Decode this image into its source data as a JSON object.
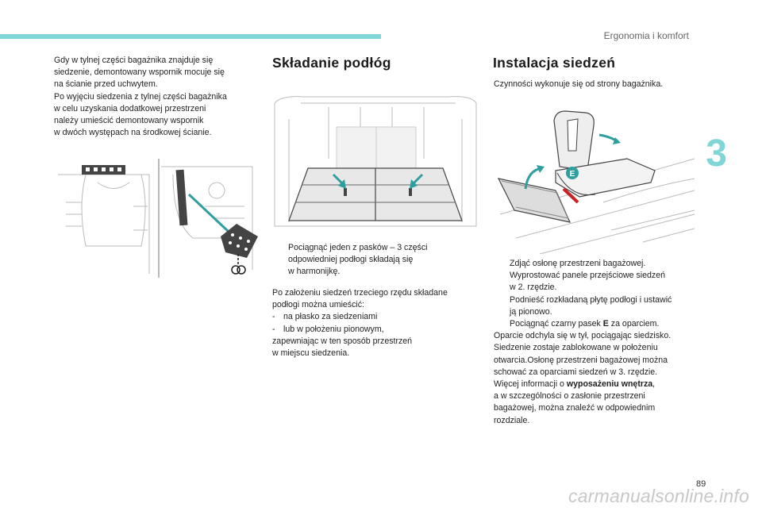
{
  "header": {
    "section_name": "Ergonomia i komfort",
    "chapter_number": "3"
  },
  "col1": {
    "lines": [
      "Gdy w tylnej części bagażnika znajduje się",
      "siedzenie, demontowany wspornik mocuje się",
      "na ścianie przed uchwytem.",
      "Po wyjęciu siedzenia z tylnej części bagażnika",
      "w celu uzyskania dodatkowej przestrzeni",
      "należy umieścić demontowany wspornik",
      "w dwóch występach na środkowej ścianie."
    ]
  },
  "folding": {
    "heading": "Składanie podłóg",
    "bullet_symbol": "",
    "bullet_lines": [
      "Pociągnąć jeden z pasków – 3 części",
      "odpowiedniej podłogi składają się",
      "w harmonijkę."
    ],
    "para_intro": [
      "Po założeniu siedzeń trzeciego rzędu składane",
      "podłogi można umieścić:"
    ],
    "dash_items": [
      "na płasko za siedzeniami",
      "lub w położeniu pionowym,"
    ],
    "para_outro": [
      "zapewniając w ten sposób przestrzeń",
      "w miejscu siedzenia."
    ]
  },
  "install": {
    "heading": "Instalacja siedzeń",
    "intro": "Czynności wykonuje się od strony bagażnika.",
    "label_E": "E",
    "bullet_symbol": "",
    "b1": [
      "Zdjąć osłonę przestrzeni bagażowej."
    ],
    "b2": [
      "Wyprostować panele przejściowe siedzeń",
      "w 2. rzędzie."
    ],
    "b3": [
      "Podnieść rozkładaną płytę podłogi i ustawić",
      "ją pionowo."
    ],
    "b4_pre": "Pociągnąć czarny pasek ",
    "b4_bold": "E",
    "b4_post": " za oparciem.",
    "p_lines": [
      "Oparcie odchyla się w tył, pociągając siedzisko.",
      "Siedzenie zostaje zablokowane w położeniu",
      "otwarcia.Osłonę przestrzeni bagażowej można",
      "schować za oparciami siedzeń w 3. rzędzie."
    ],
    "more_pre": "Więcej informacji o ",
    "more_bold": "wyposażeniu wnętrza",
    "more_post": ",",
    "tail_lines": [
      "a w szczególności o zasłonie przestrzeni",
      "bagażowej, można znaleźć w odpowiednim",
      "rozdziale."
    ]
  },
  "footer": {
    "page_number": "89",
    "watermark": "carmanualsonline.info"
  },
  "colors": {
    "accent": "#7fd6d6",
    "arrow": "#2e9e9e",
    "strap": "#cc2222"
  }
}
